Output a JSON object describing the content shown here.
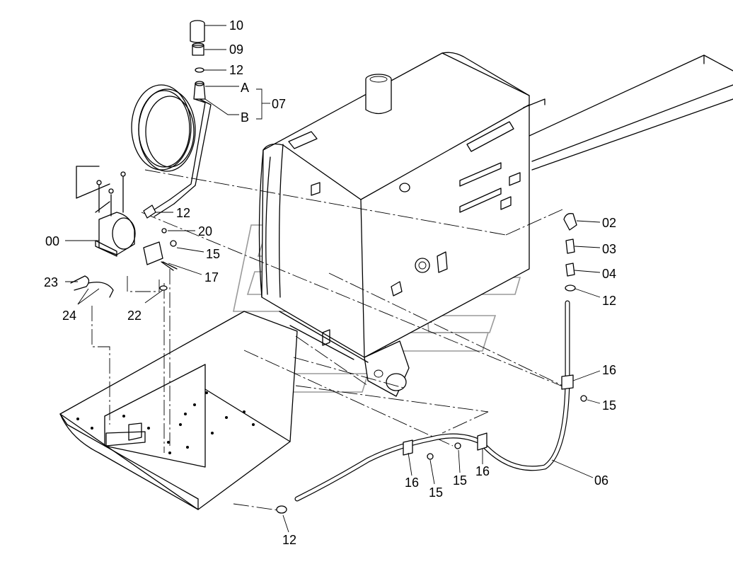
{
  "callouts": {
    "p10": "10",
    "p09": "09",
    "p12_top": "12",
    "pA": "A",
    "pB": "B",
    "p07": "07",
    "p12_hose": "12",
    "p00": "00",
    "p20": "20",
    "p15_left": "15",
    "p17": "17",
    "p23": "23",
    "p24": "24",
    "p22": "22",
    "p02": "02",
    "p03": "03",
    "p04": "04",
    "p12_right": "12",
    "p16_right": "16",
    "p15_right": "15",
    "p06": "06",
    "p16_mid": "16",
    "p15_mid": "15",
    "p15_low": "15",
    "p16_low": "16",
    "p12_bottom": "12"
  }
}
